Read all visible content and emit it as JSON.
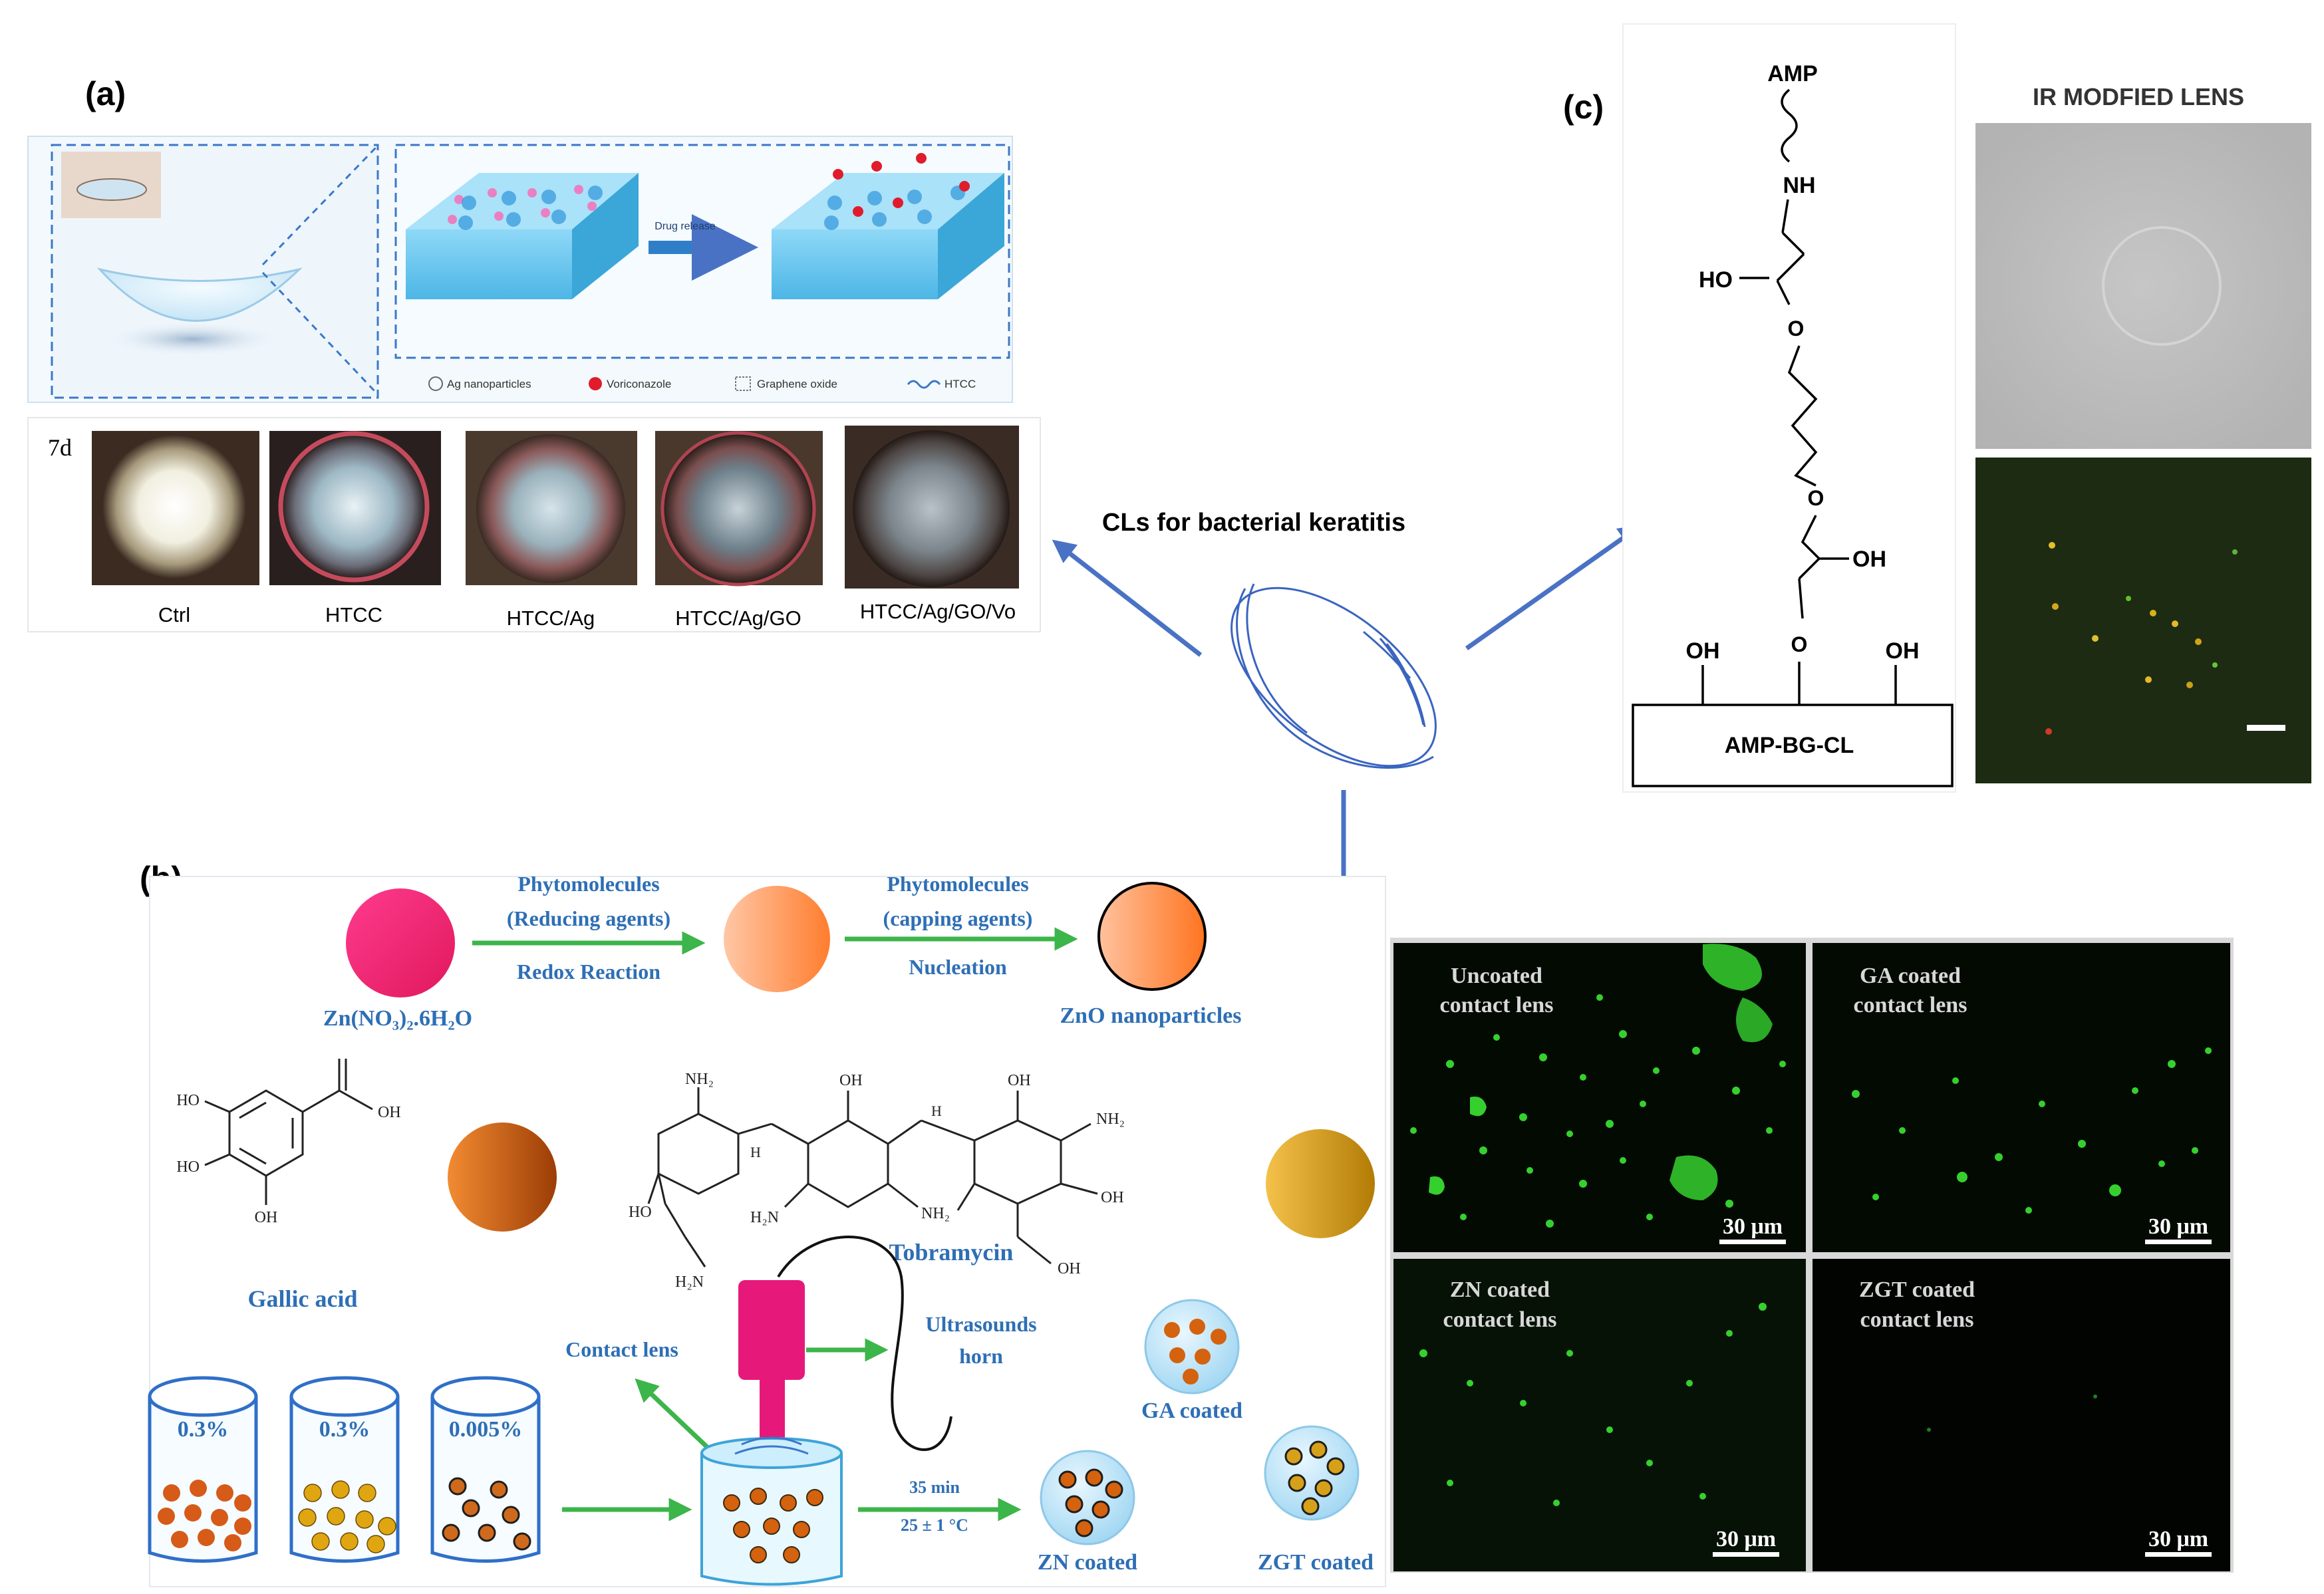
{
  "center": {
    "label": "CLs for bacterial keratitis"
  },
  "panel_a": {
    "letter": "(a)",
    "release_arrow_label": "Drug release",
    "legend": [
      "Ag nanoparticles",
      "Voriconazole",
      "Graphene oxide",
      "HTCC"
    ],
    "day_label": "7d",
    "eye_labels": [
      "Ctrl",
      "HTCC",
      "HTCC/Ag",
      "HTCC/Ag/GO",
      "HTCC/Ag/GO/Vo"
    ]
  },
  "panel_b": {
    "letter": "(b)",
    "step1_top": "Phytomolecules",
    "step1_mid": "(Reducing agents)",
    "step1_bottom": "Redox Reaction",
    "step2_top": "Phytomolecules",
    "step2_mid": "(capping agents)",
    "step2_bottom": "Nucleation",
    "precursor_label": "Zn(NO₃)₂.6H₂O",
    "zno_label": "ZnO nanoparticles",
    "gallic_acid": "Gallic acid",
    "tobramycin": "Tobramycin",
    "gallic_groups": [
      "HO",
      "HO",
      "OH",
      "OH"
    ],
    "tobra_groups": [
      "NH₂",
      "OH",
      "OH",
      "NH₂",
      "HO",
      "H",
      "H",
      "H₂N",
      "NH₂",
      "OH",
      "H₂N",
      "OH"
    ],
    "contact_lens": "Contact lens",
    "ultrasound": [
      "Ultrasounds",
      "horn"
    ],
    "beakers": [
      "0.3%",
      "0.3%",
      "0.005%"
    ],
    "time": "35 min",
    "temperature": "25 ± 1 °C",
    "ga_coated": "GA coated",
    "zn_coated": "ZN coated",
    "zgt_coated": "ZGT coated",
    "micro_panels": [
      {
        "line1": "Uncoated",
        "line2": "contact lens",
        "scale": "30 μm"
      },
      {
        "line1": "GA coated",
        "line2": "contact lens",
        "scale": "30 μm"
      },
      {
        "line1": "ZN coated",
        "line2": "contact lens",
        "scale": "30 μm"
      },
      {
        "line1": "ZGT coated",
        "line2": "contact lens",
        "scale": "30 μm"
      }
    ]
  },
  "panel_c": {
    "letter": "(c)",
    "amp": "AMP",
    "nh": "NH",
    "ho": "HO",
    "o_atoms": [
      "O",
      "O",
      "O"
    ],
    "oh_right": "OH",
    "oh_left": "OH",
    "oh_far_right": "OH",
    "box_label": "AMP-BG-CL",
    "micro_title": "IR MODFIED LENS"
  },
  "colors": {
    "arrow_blue": "#4a72c4",
    "flow_green": "#3cb54a",
    "label_blue": "#2e6fb5",
    "hydrogel_blue": "#6cc7ee",
    "fluorescent_green": "#36d02e"
  }
}
